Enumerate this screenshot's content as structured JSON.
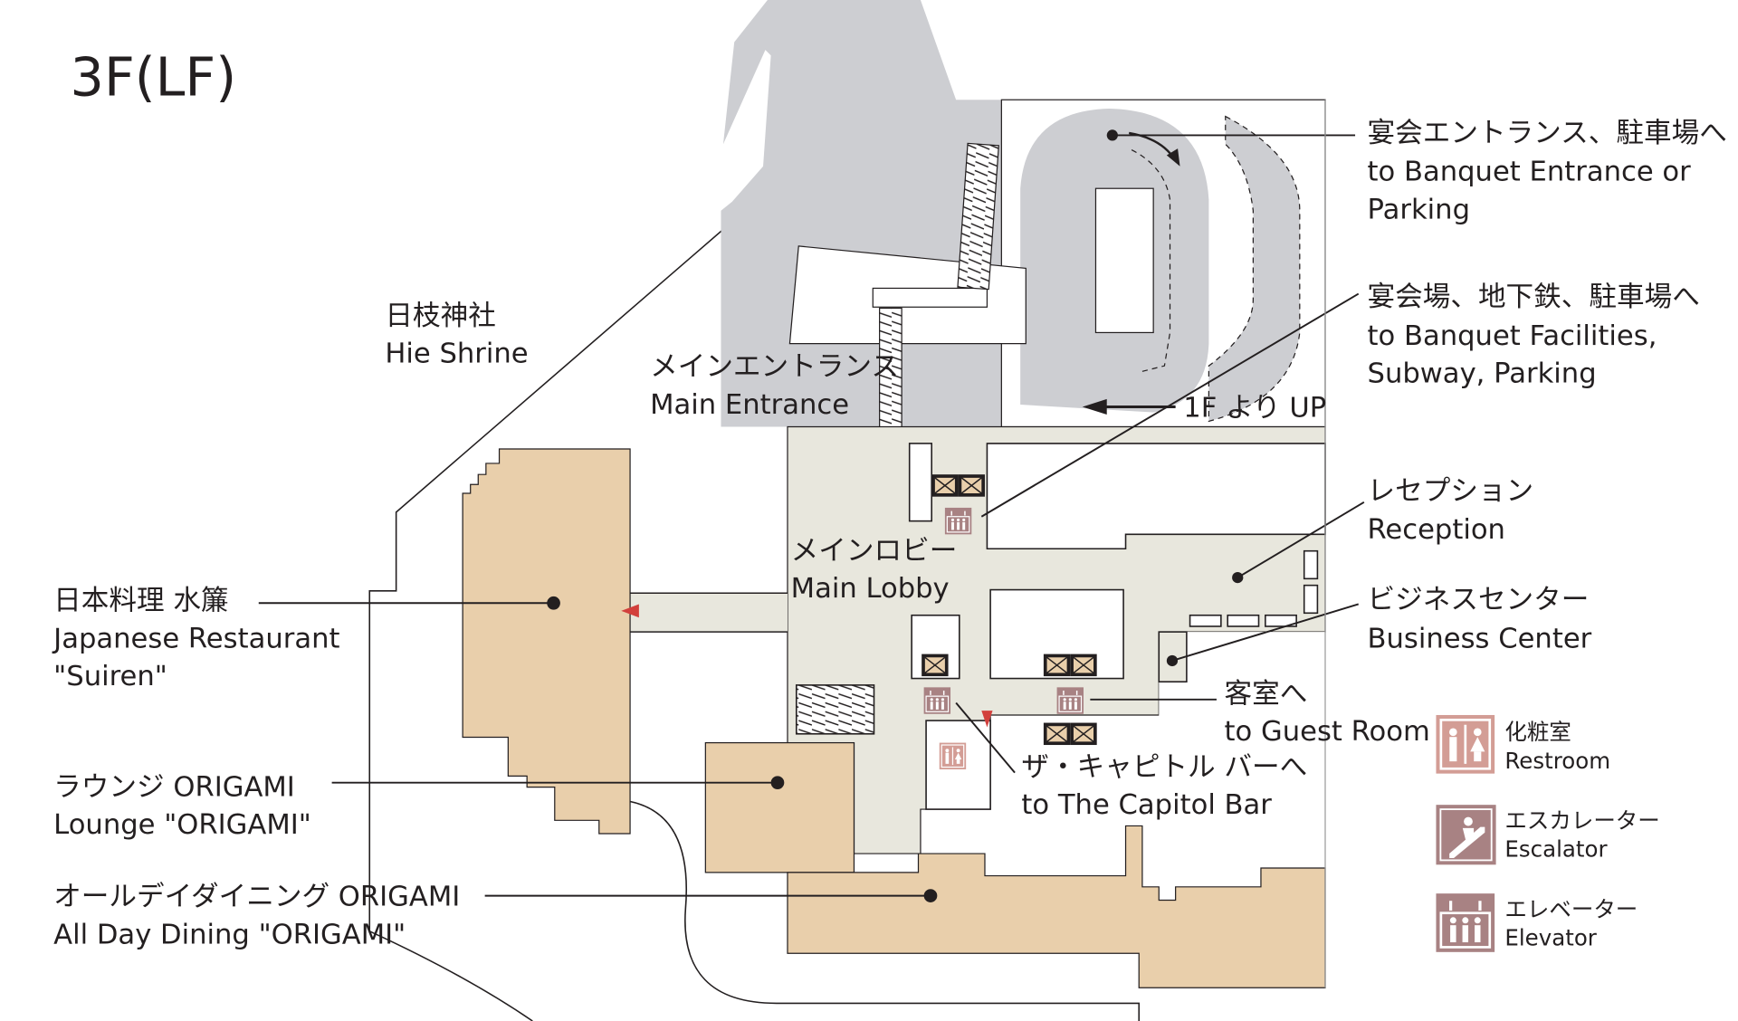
{
  "title": "3F(LF)",
  "colors": {
    "road": "#cdced2",
    "lobby": "#e8e7dd",
    "restaurant": "#e9cfab",
    "restroom_icon": "#d39d95",
    "elevator_icon": "#a88283",
    "marker": "#d2403c"
  },
  "labels": {
    "banquet_entrance": {
      "ja": "宴会エントランス、駐車場へ",
      "en1": "to Banquet Entrance or",
      "en2": "Parking"
    },
    "banquet_facilities": {
      "ja": "宴会場、地下鉄、駐車場へ",
      "en1": "to Banquet Facilities,",
      "en2": "Subway, Parking"
    },
    "hie_shrine": {
      "ja": "日枝神社",
      "en": "Hie Shrine"
    },
    "main_entrance": {
      "ja": "メインエントランス",
      "en": "Main Entrance"
    },
    "up_from_1f": "1F より UP",
    "reception": {
      "ja": "レセプション",
      "en": "Reception"
    },
    "main_lobby": {
      "ja": "メインロビー",
      "en": "Main Lobby"
    },
    "business_center": {
      "ja": "ビジネスセンター",
      "en": "Business Center"
    },
    "guest_room": {
      "ja": "客室へ",
      "en": "to Guest Room"
    },
    "capitol_bar": {
      "ja": "ザ・キャピトル バーへ",
      "en": "to The Capitol Bar"
    },
    "suiren": {
      "ja": "日本料理 水簾",
      "en1": "Japanese Restaurant",
      "en2": "\"Suiren\""
    },
    "lounge": {
      "ja": "ラウンジ ORIGAMI",
      "en": "Lounge \"ORIGAMI\""
    },
    "all_day_dining": {
      "ja": "オールデイダイニング ORIGAMI",
      "en": "All Day Dining \"ORIGAMI\""
    }
  },
  "legend": [
    {
      "icon": "restroom-icon",
      "ja": "化粧室",
      "en": "Restroom"
    },
    {
      "icon": "escalator-icon",
      "ja": "エスカレーター",
      "en": "Escalator"
    },
    {
      "icon": "elevator-icon",
      "ja": "エレベーター",
      "en": "Elevator"
    }
  ]
}
